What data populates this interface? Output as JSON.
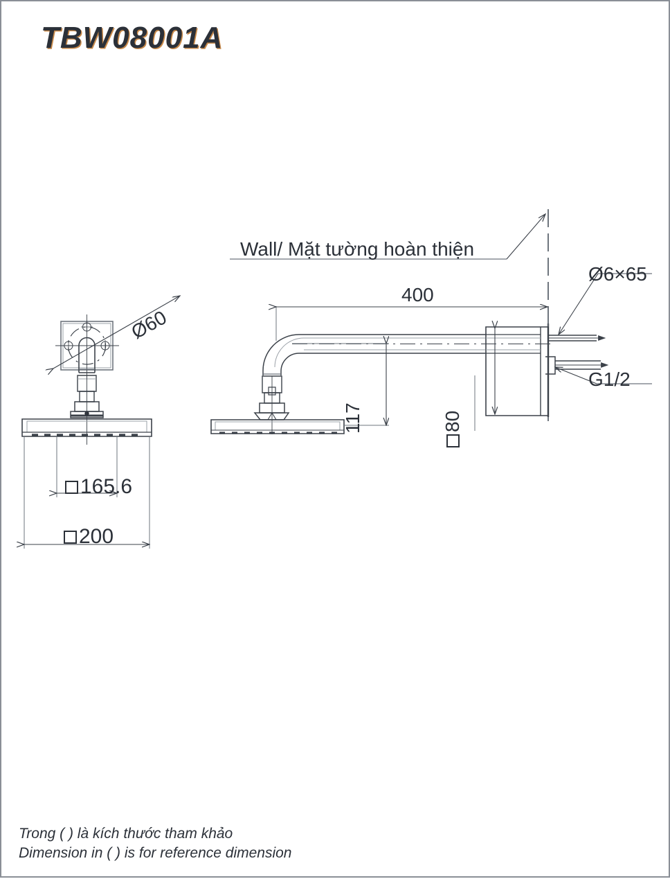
{
  "drawing": {
    "title": "TBW08001A",
    "product_type": "wall-mounted rain shower head with arm",
    "labels": {
      "wall": "Wall/ Mặt tường hoàn thiện",
      "screw": "Ø6×65",
      "thread": "G1/2",
      "bolt_circle": "Ø60"
    },
    "dimensions": {
      "arm_length": "400",
      "drop_height": "117",
      "body_size_symbol": "□",
      "body_size": "80",
      "head_inner": "165.6",
      "head_outer": "200"
    },
    "notes": {
      "vi": "Trong ( ) là kích thước tham khảo",
      "en": "Dimension in ( ) is for reference dimension"
    },
    "colors": {
      "line": "#3b4149",
      "thin_line": "#6e757d",
      "text": "#2b3038",
      "border": "#8a8f96",
      "title_shadow": "#c98a4a",
      "background": "#ffffff"
    }
  }
}
